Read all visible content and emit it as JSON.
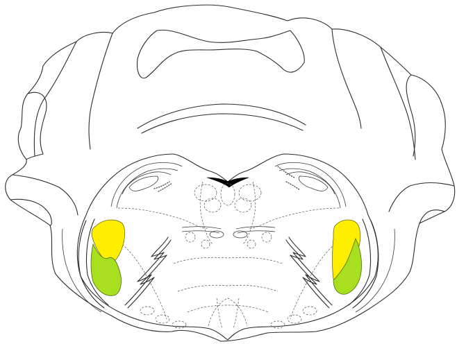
{
  "regions": [
    {
      "id": "left-upper",
      "side": "left",
      "color": "#ffee00"
    },
    {
      "id": "left-lower",
      "side": "left",
      "color": "#a8e020"
    },
    {
      "id": "right-upper",
      "side": "right",
      "color": "#ffee00"
    },
    {
      "id": "right-lower",
      "side": "right",
      "color": "#a8e020"
    }
  ],
  "colors": {
    "outline": "#2b2b2b",
    "dashed": "#555555",
    "ventricle": "#000000",
    "background": "#ffffff"
  }
}
